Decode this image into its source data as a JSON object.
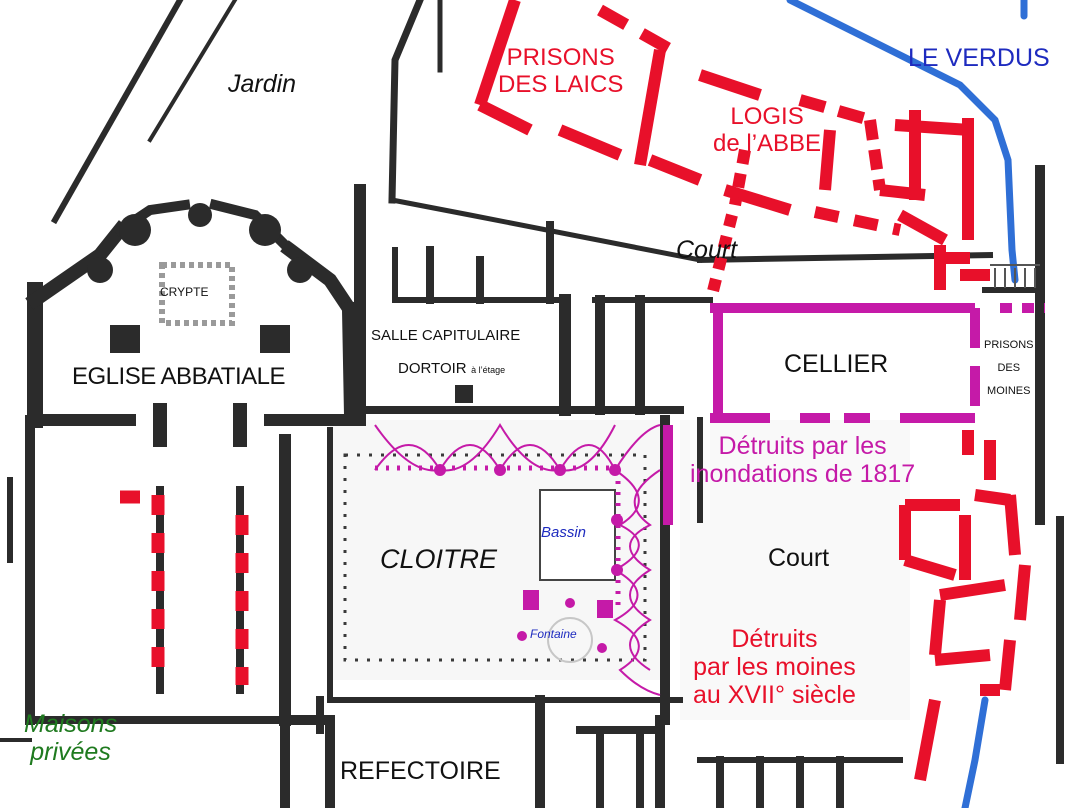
{
  "labels": {
    "jardin": "Jardin",
    "prisons_laics_1": "PRISONS",
    "prisons_laics_2": "DES LAICS",
    "logis_1": "LOGIS",
    "logis_2": "de l’ABBE",
    "le_verdus": "LE VERDUS",
    "court_top": "Court",
    "crypte": "CRYPTE",
    "salle_capitulaire": "SALLE CAPITULAIRE",
    "dortoir": "DORTOIR",
    "dortoir_etage": "à l’étage",
    "eglise": "EGLISE ABBATIALE",
    "cellier": "CELLIER",
    "prisons_moines_1": "PRISONS",
    "prisons_moines_2": "DES",
    "prisons_moines_3": "MOINES",
    "detruits_1817_1": "Détruits par les",
    "detruits_1817_2": "inondations de 1817",
    "cloitre": "CLOITRE",
    "bassin": "Bassin",
    "fontaine": "Fontaine",
    "court_mid": "Court",
    "detruits_moines_1": "Détruits",
    "detruits_moines_2": "par les moines",
    "detruits_moines_3": "au XVII° siècle",
    "maisons_1": "Maisons",
    "maisons_2": "privées",
    "refectoire": "REFECTOIRE"
  },
  "colors": {
    "walls": "#2b2b2b",
    "red_walls": "#e8102a",
    "magenta_walls": "#c51aa8",
    "river": "#2f6fd6",
    "crypt_outline": "#9a9a9a"
  }
}
